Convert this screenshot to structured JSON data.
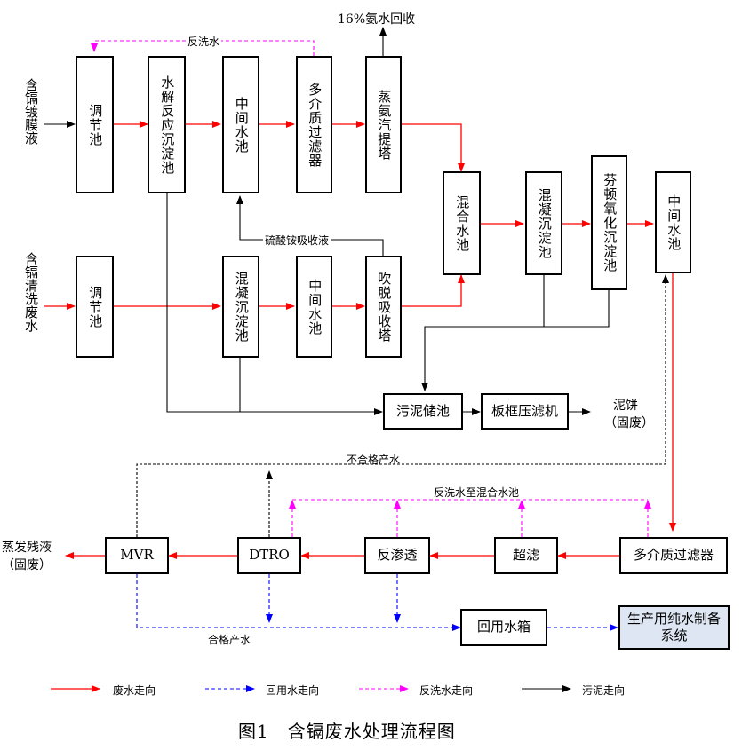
{
  "boxes": {
    "tiaojie1": "调节池",
    "shuijie": "水解反应沉淀池",
    "zhongjian1": "中间水池",
    "duojiezhi1": "多介质过滤器",
    "zhengan": "蒸氨汽提塔",
    "tiaojie2": "调节池",
    "hunning1": "混凝沉淀池",
    "zhongjian2": "中间水池",
    "chuitou": "吹脱吸收塔",
    "hunhe": "混合水池",
    "hunning2": "混凝沉淀池",
    "fenton": "芬顿氧化沉淀池",
    "zhongjian3": "中间水池",
    "wunichu": "污泥储池",
    "bankuang": "板框压滤机",
    "mvr": "MVR",
    "dtro": "DTRO",
    "fanshentou": "反渗透",
    "chaolv": "超滤",
    "duojiezhi2": "多介质过滤器",
    "huiyong": "回用水箱",
    "chunshui": "生产用纯水制备系统"
  },
  "labels": {
    "input1": "含镉镀膜液",
    "input2": "含镉清洗废水",
    "ammonia": "16%氨水回收",
    "backwash_top": "反洗水",
    "sulfate": "硫酸铵吸收液",
    "cake_line1": "泥饼",
    "cake_line2": "（固废）",
    "unqualified": "不合格产水",
    "backwash_mix": "反洗水至混合水池",
    "residue_line1": "蒸发残液",
    "residue_line2": "（固废）",
    "qualified": "合格产水"
  },
  "legend": {
    "wastewater": "废水走向",
    "reuse": "回用水走向",
    "backwash": "反洗水走向",
    "sludge": "污泥走向"
  },
  "caption": "图1　含镉废水处理流程图",
  "colors": {
    "wastewater": "#ff0000",
    "reuse": "#0000ff",
    "backwash": "#ff00ff",
    "sludge": "#000000",
    "highlight_box": "#dde6f2"
  }
}
